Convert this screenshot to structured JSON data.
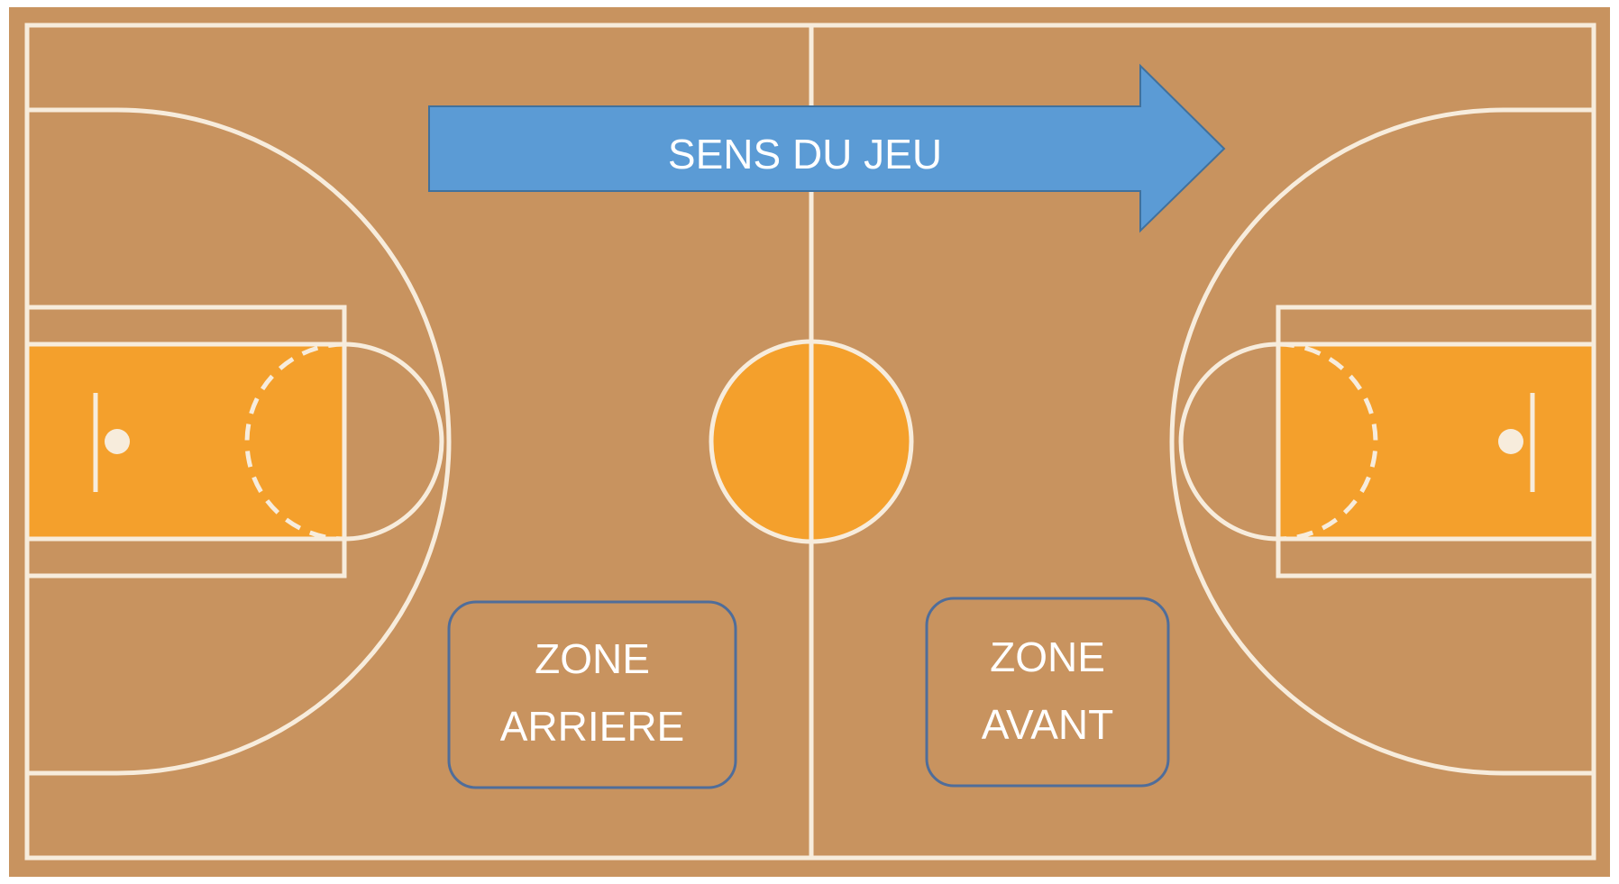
{
  "direction_arrow": {
    "label": "SENS DU JEU",
    "color": "#5b9bd5",
    "border_color": "#41719c"
  },
  "zones": [
    {
      "line1": "ZONE",
      "line2": "ARRIERE"
    },
    {
      "line1": "ZONE",
      "line2": "AVANT"
    }
  ],
  "colors": {
    "floor": "#c8935f",
    "paint": "#f4a02c",
    "lines": "#f7ecdc",
    "zone_border": "#4f6d9a",
    "text": "#ffffff"
  }
}
